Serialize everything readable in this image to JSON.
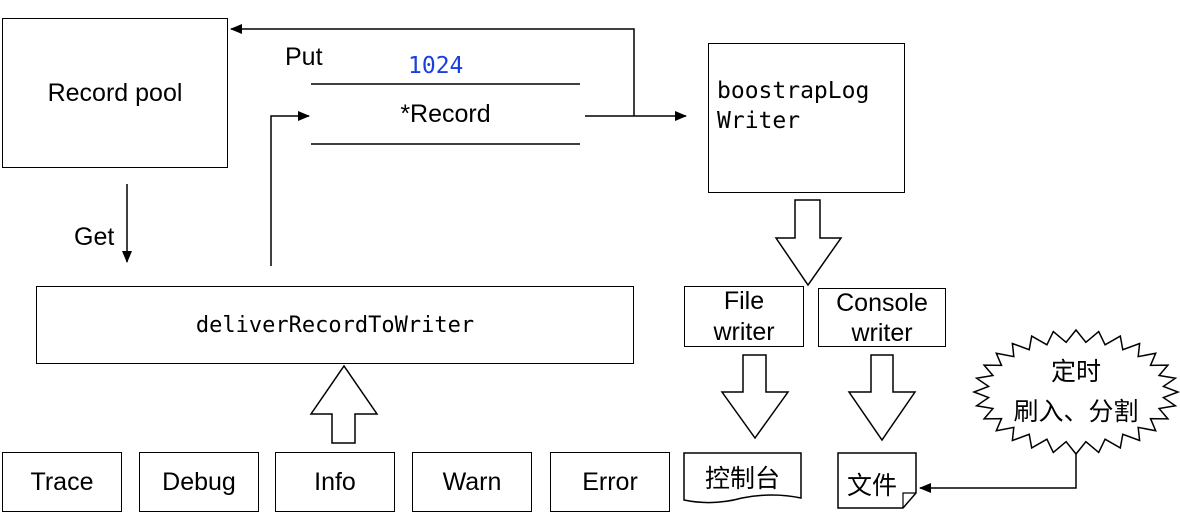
{
  "record_pool": {
    "label": "Record pool"
  },
  "get_label": "Get",
  "put_label": "Put",
  "buffer": {
    "size": "1024",
    "item": "*Record"
  },
  "bootstrap_writer": {
    "line1": "boostrapLog",
    "line2": "Writer"
  },
  "deliver": {
    "label": "deliverRecordToWriter"
  },
  "file_writer": {
    "line1": "File",
    "line2": "writer"
  },
  "console_writer": {
    "line1": "Console",
    "line2": "writer"
  },
  "levels": [
    "Trace",
    "Debug",
    "Info",
    "Warn",
    "Error"
  ],
  "console_output": "控制台",
  "file_output": "文件",
  "timer_burst": {
    "line1": "定时",
    "line2": "刷入、分割"
  },
  "colors": {
    "stroke": "#000000",
    "buffer_size": "#1a3fe0"
  }
}
